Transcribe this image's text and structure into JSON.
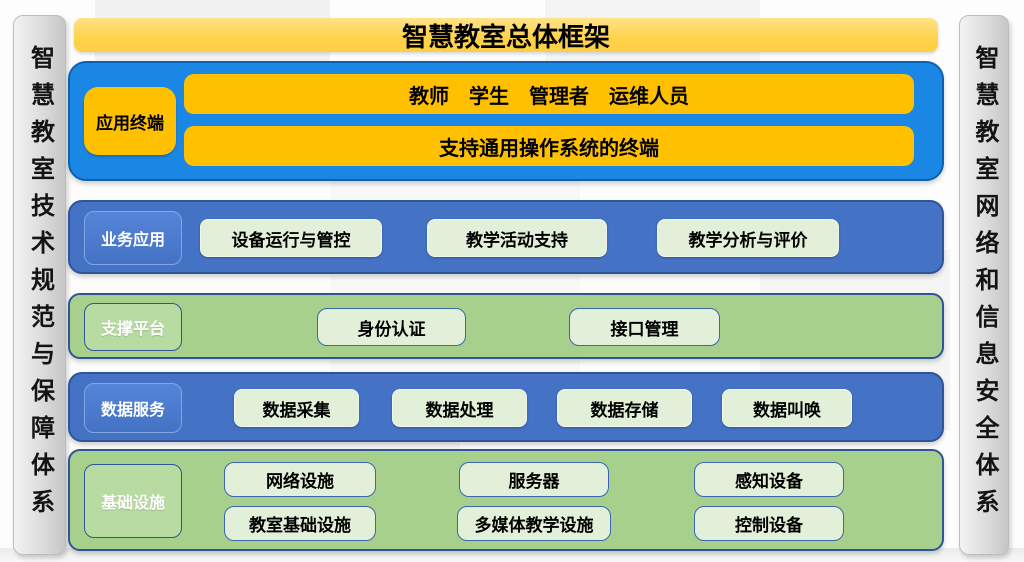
{
  "title": "智慧教室总体框架",
  "pillars": {
    "left": "智慧教室技术规范与保障体系",
    "right": "智慧教室网络和信息安全体系"
  },
  "rows": [
    {
      "label": "应用终端",
      "bars": [
        "教师　学生　管理者　运维人员",
        "支持通用操作系统的终端"
      ]
    },
    {
      "label": "业务应用",
      "items": [
        "设备运行与管控",
        "教学活动支持",
        "教学分析与评价"
      ]
    },
    {
      "label": "支撑平台",
      "items": [
        "身份认证",
        "接口管理"
      ]
    },
    {
      "label": "数据服务",
      "items": [
        "数据采集",
        "数据处理",
        "数据存储",
        "数据叫唤"
      ]
    },
    {
      "label": "基础设施",
      "items": [
        "网络设施",
        "服务器",
        "感知设备",
        "教室基础设施",
        "多媒体教学设施",
        "控制设备"
      ]
    }
  ],
  "colors": {
    "banner_yellow": "#ffd24a",
    "bright_blue": "#1b87e4",
    "muted_blue": "#4472c4",
    "green": "#a8d08d",
    "light_green_item": "#e2efd9",
    "orange": "#ffc000",
    "border_blue": "#2f5597",
    "pillar_gray": "#d9d9d9"
  }
}
